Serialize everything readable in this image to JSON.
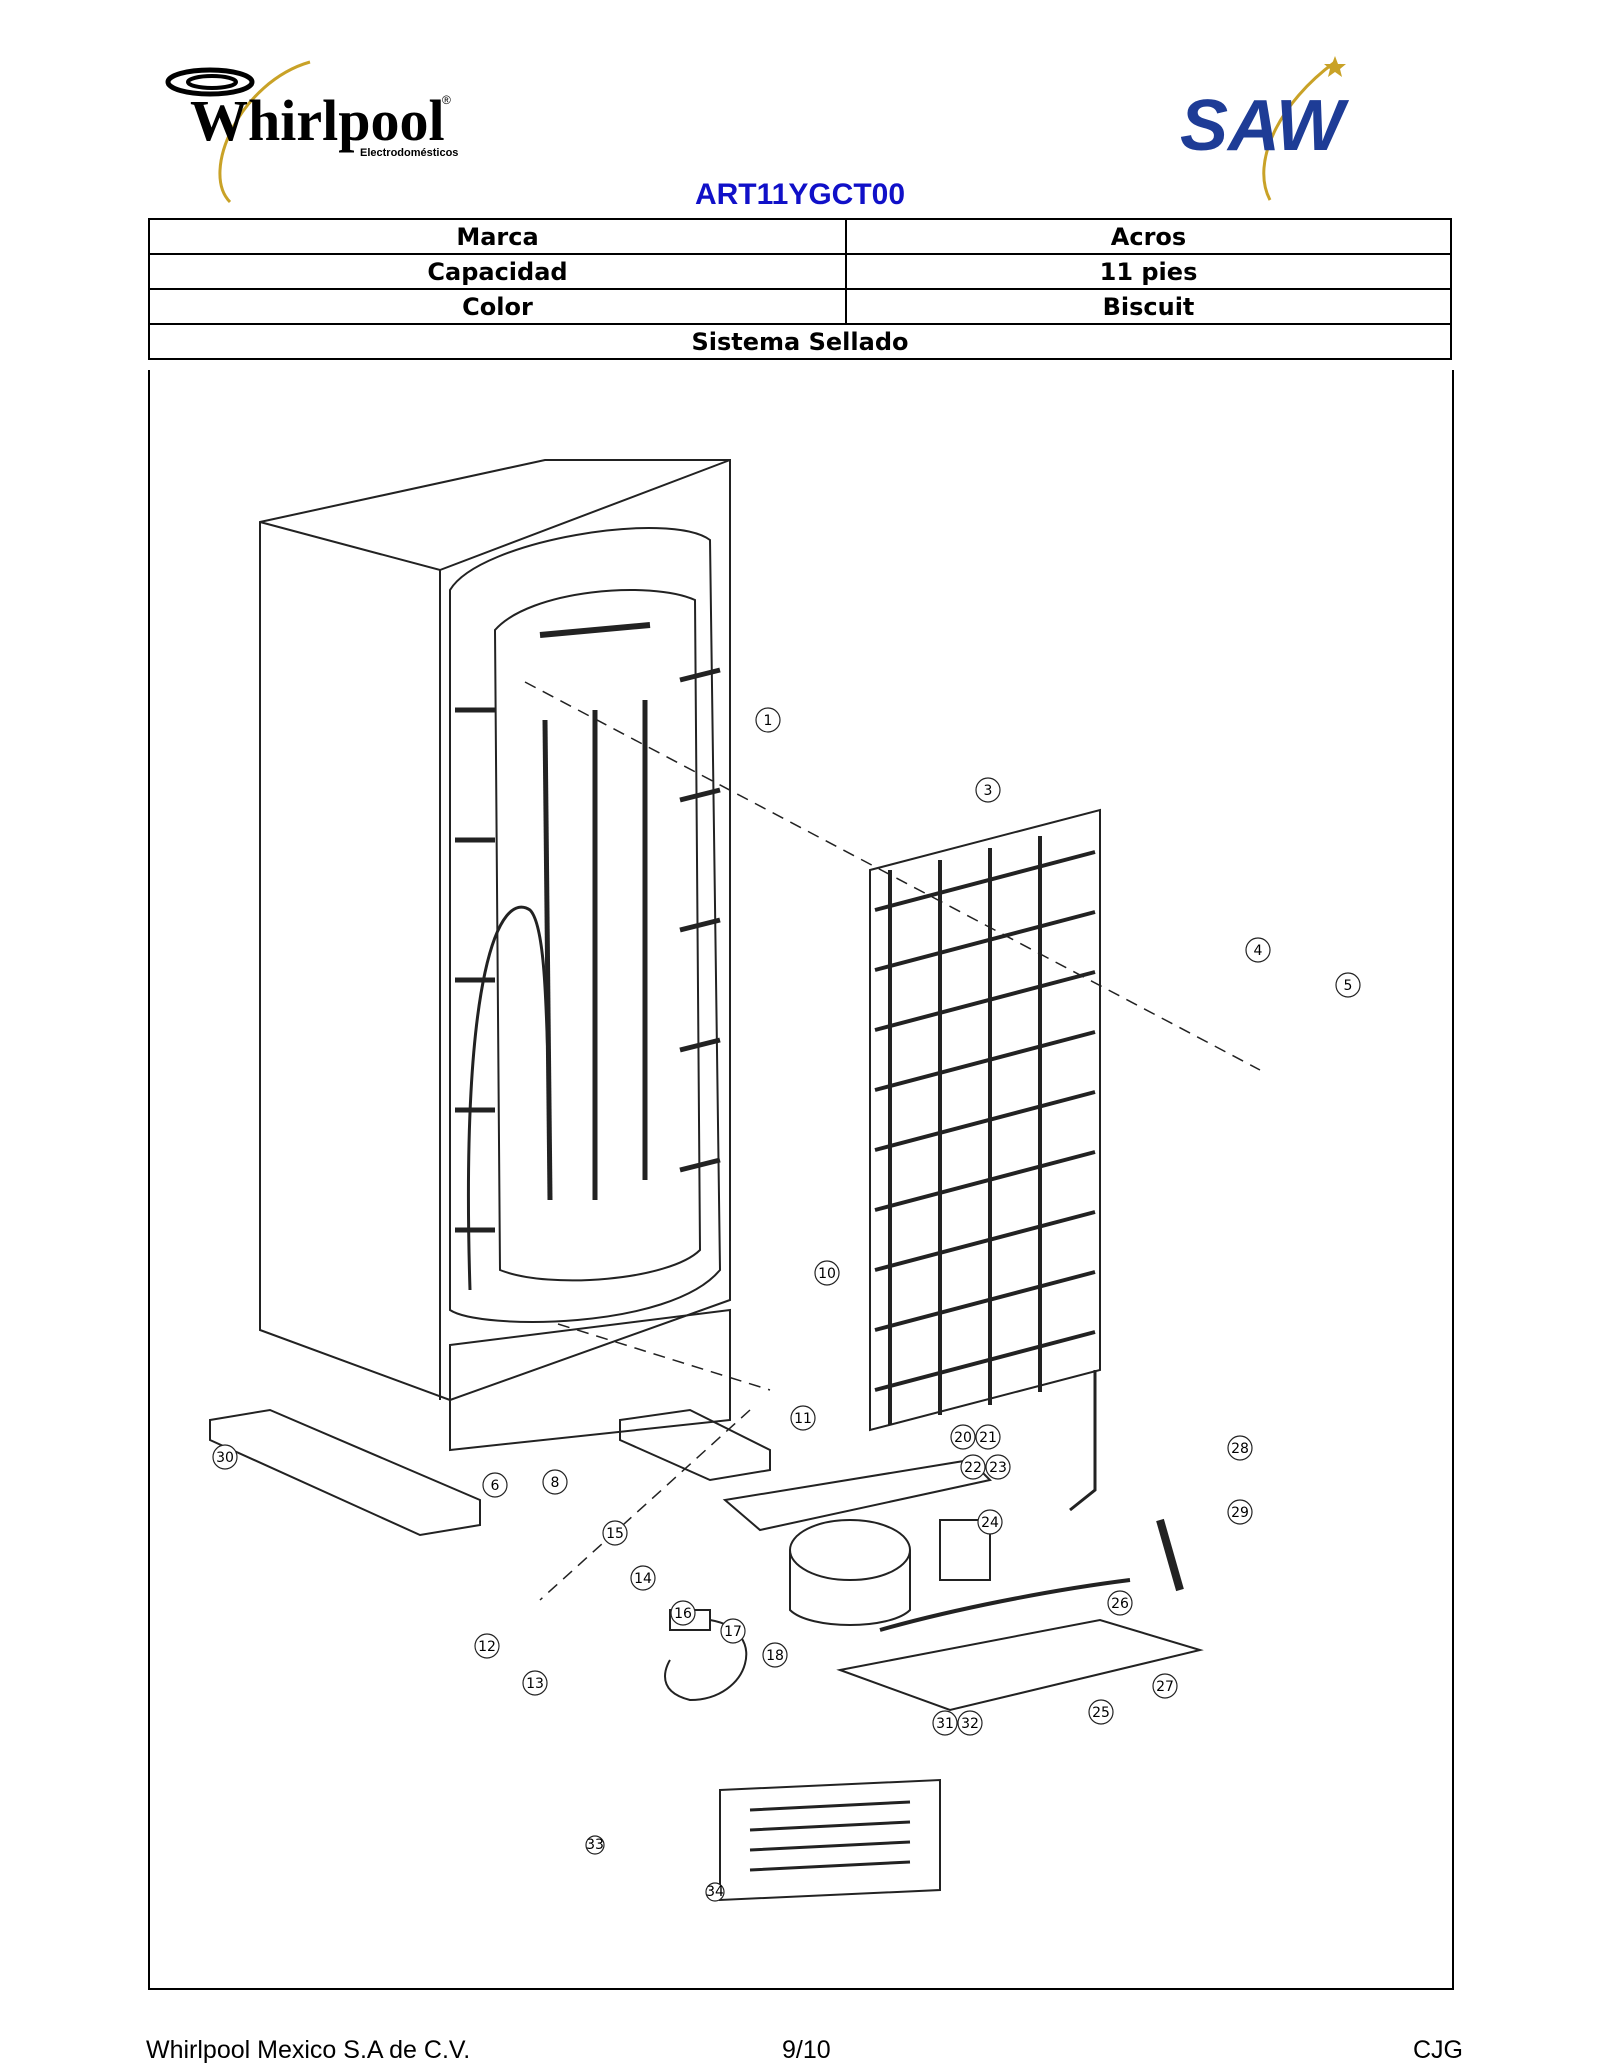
{
  "header": {
    "brand_logo": {
      "name": "Whirlpool",
      "sub": "Electrodomésticos",
      "mark": "®"
    },
    "partner_logo": {
      "name": "SAW"
    },
    "model": "ART11YGCT00",
    "model_color": "#1010c8"
  },
  "specs": [
    {
      "label": "Marca",
      "value": "Acros"
    },
    {
      "label": "Capacidad",
      "value": "11 pies"
    },
    {
      "label": "Color",
      "value": "Biscuit"
    }
  ],
  "section_title": "Sistema Sellado",
  "diagram": {
    "callouts": [
      "1",
      "3",
      "4",
      "5",
      "6",
      "8",
      "10",
      "11",
      "12",
      "13",
      "14",
      "15",
      "16",
      "17",
      "18",
      "20",
      "21",
      "22",
      "23",
      "24",
      "25",
      "26",
      "27",
      "28",
      "29",
      "30",
      "31",
      "32",
      "33",
      "34"
    ]
  },
  "footer": {
    "left": "Whirlpool Mexico S.A de C.V.",
    "center": "9/10",
    "right": "CJG"
  },
  "colors": {
    "saw_blue": "#1e3c96",
    "gold": "#c9a227"
  }
}
